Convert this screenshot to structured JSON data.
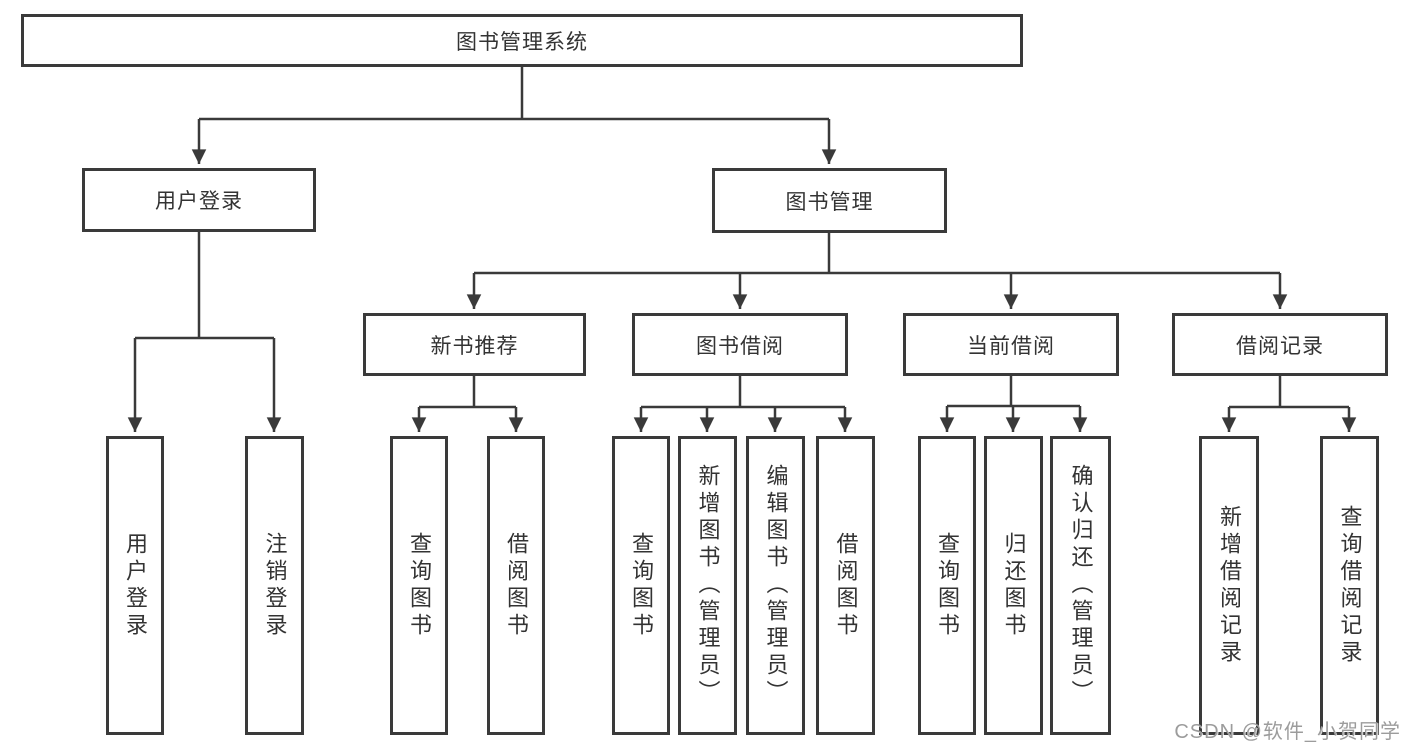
{
  "diagram": {
    "root": "图书管理系统",
    "user_login": {
      "label": "用户登录",
      "leaves": [
        "用户登录",
        "注销登录"
      ]
    },
    "book_management": {
      "label": "图书管理",
      "children": [
        {
          "label": "新书推荐",
          "leaves": [
            "查询图书",
            "借阅图书"
          ]
        },
        {
          "label": "图书借阅",
          "leaves": [
            "查询图书",
            "新增图书（管理员）",
            "编辑图书（管理员）",
            "借阅图书"
          ]
        },
        {
          "label": "当前借阅",
          "leaves": [
            "查询图书",
            "归还图书",
            "确认归还（管理员）"
          ]
        },
        {
          "label": "借阅记录",
          "leaves": [
            "新增借阅记录",
            "查询借阅记录"
          ]
        }
      ]
    },
    "watermark": "CSDN @软件_小贺同学"
  },
  "colors": {
    "line": "#3a3a3a",
    "text": "#333333",
    "watermark_text": "#9c9c9c",
    "background": "#ffffff"
  }
}
